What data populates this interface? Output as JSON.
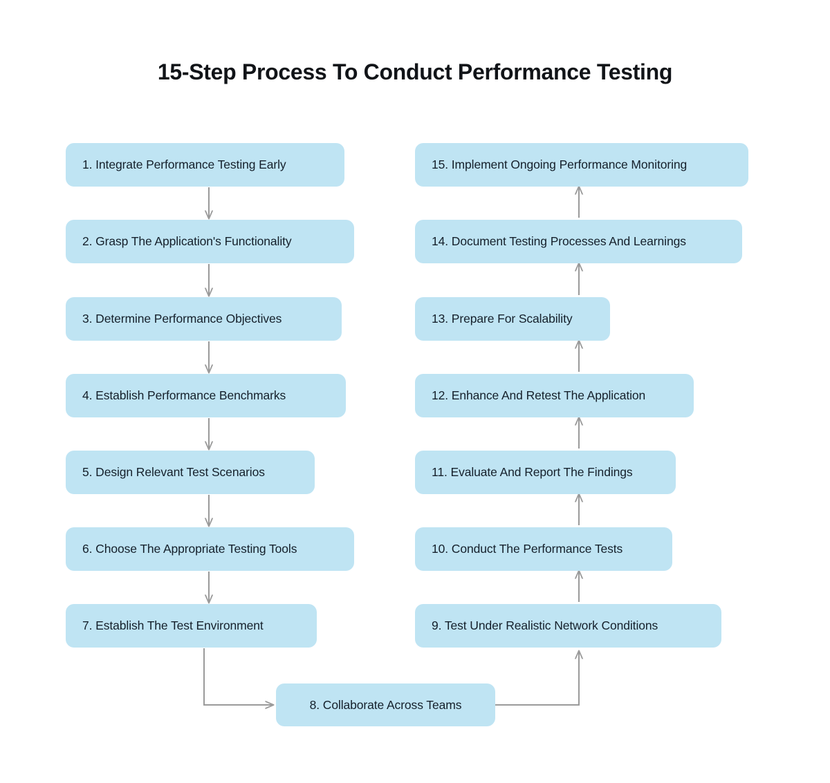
{
  "title": "15-Step Process To Conduct Performance Testing",
  "theme": {
    "background": "#ffffff",
    "node_fill": "#bfe4f3",
    "node_text": "#15202b",
    "title_color": "#111418",
    "connector_color": "#999999"
  },
  "diagram": {
    "type": "flowchart",
    "direction": "left-column-down-then-right-column-up",
    "left_column": [
      {
        "number": "1.",
        "label": "1. Integrate Performance Testing Early"
      },
      {
        "number": "2.",
        "label": "2. Grasp The Application's Functionality"
      },
      {
        "number": "3.",
        "label": "3.  Determine Performance Objectives"
      },
      {
        "number": "4.",
        "label": "4.  Establish Performance Benchmarks"
      },
      {
        "number": "5.",
        "label": "5. Design Relevant Test Scenarios"
      },
      {
        "number": "6.",
        "label": "6. Choose The Appropriate Testing Tools"
      },
      {
        "number": "7.",
        "label": "7. Establish The Test Environment"
      }
    ],
    "bridge": {
      "number": "8.",
      "label": "8. Collaborate Across Teams"
    },
    "right_column": [
      {
        "number": "15.",
        "label": "15.  Implement Ongoing Performance Monitoring"
      },
      {
        "number": "14.",
        "label": "14.  Document Testing Processes And Learnings"
      },
      {
        "number": "13.",
        "label": "13. Prepare For Scalability"
      },
      {
        "number": "12.",
        "label": "12. Enhance And Retest The Application"
      },
      {
        "number": "11.",
        "label": "11. Evaluate And Report The Findings"
      },
      {
        "number": "10.",
        "label": "10. Conduct The Performance Tests"
      },
      {
        "number": "9.",
        "label": "9. Test Under Realistic Network Conditions"
      }
    ]
  }
}
